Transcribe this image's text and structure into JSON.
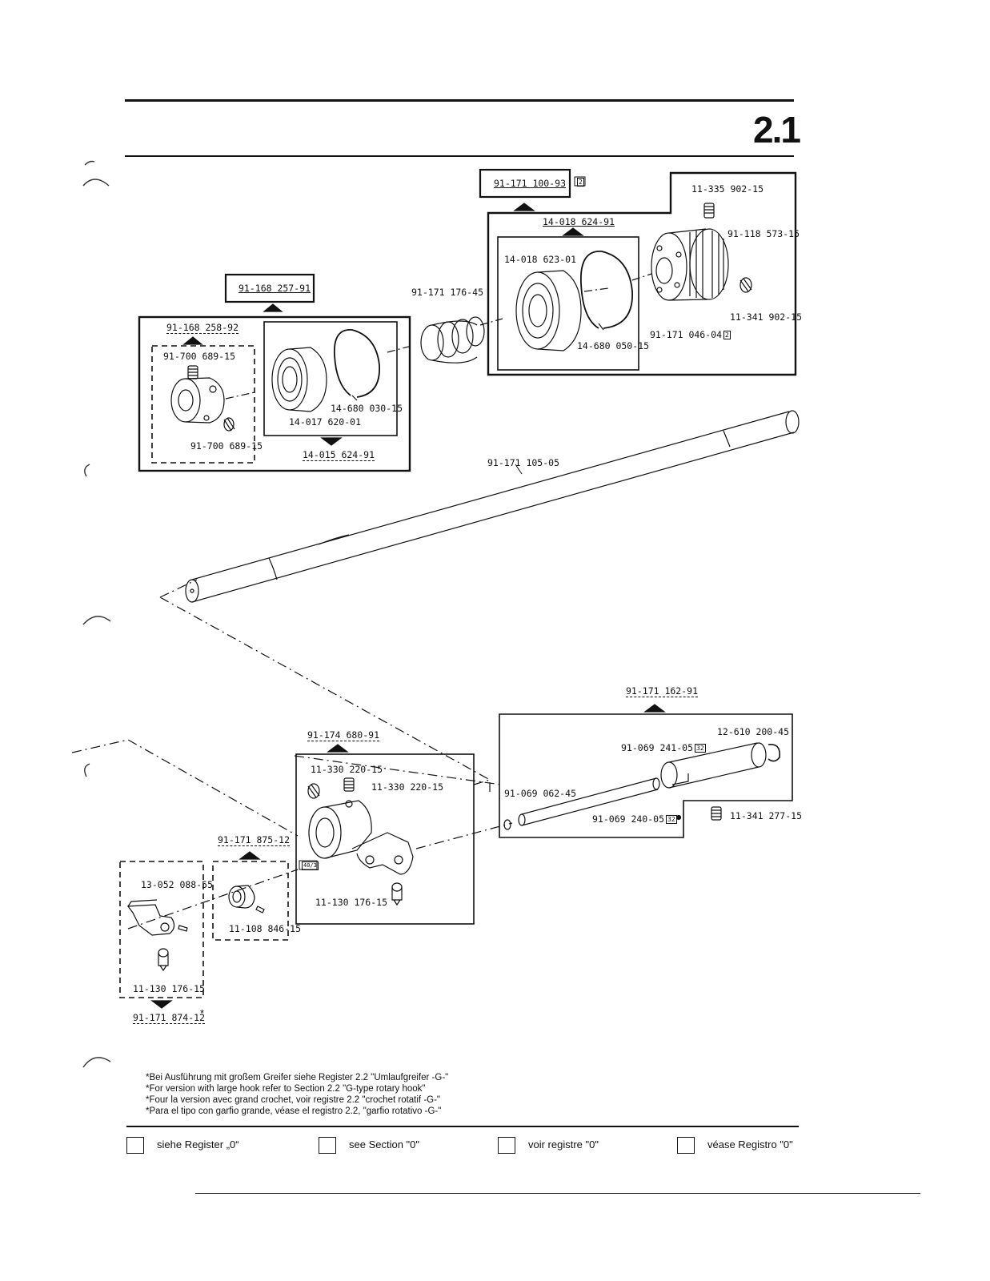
{
  "section": "2.1",
  "labels": {
    "a01": "91-171 100-93",
    "a02": "11-335 902-15",
    "a03": "14-018 624-91",
    "a04": "91-118 573-15",
    "a05": "14-018 623-01",
    "a06": "11-341 902-15",
    "a07": "91-171 176-45",
    "a08": "91-168 257-91",
    "a09": "91-171 046-04",
    "a10": "14-680 050-15",
    "a11": "91-168 258-92",
    "a12": "91-700 689-15",
    "a13": "14-680 030-15",
    "a14": "14-017 620-01",
    "a15": "91-700 689-15",
    "a16": "14-015 624-91",
    "a17": "91-171 105-05",
    "a18": "91-171 162-91",
    "a19": "12-610 200-45",
    "a20": "91-069 241-05",
    "a21": "91-174 680-91",
    "a22": "11-330 220-15",
    "a23": "11-330 220-15",
    "a24": "91-069 062-45",
    "a25": "91-069 240-05",
    "a26": "11-341 277-15",
    "a27": "91-171 875-12",
    "a28": "13-052 088-55",
    "a29": "11-130 176-15",
    "a30": "11-108 846-15",
    "a31": "11-130 176-15",
    "a32": "91-171 874-12"
  },
  "badges": {
    "b1": "2",
    "b2": "2",
    "b3": "32",
    "b4": "32",
    "b5": "40/3"
  },
  "asterisk": "*",
  "notes": [
    "*Bei Ausführung mit großem Greifer siehe Register 2.2 \"Umlaufgreifer -G-\"",
    "*For version with large hook refer to Section 2.2 \"G-type rotary hook\"",
    "*Four la version avec grand crochet, voir registre 2.2 \"crochet rotatif -G-\"",
    "*Para el tipo con garfio grande, véase el registro 2.2, \"garfio rotativo -G-\""
  ],
  "legend": {
    "de": "siehe Register „0“",
    "en": "see Section \"0\"",
    "fr": "voir registre \"0\"",
    "es": "véase Registro \"0\""
  }
}
